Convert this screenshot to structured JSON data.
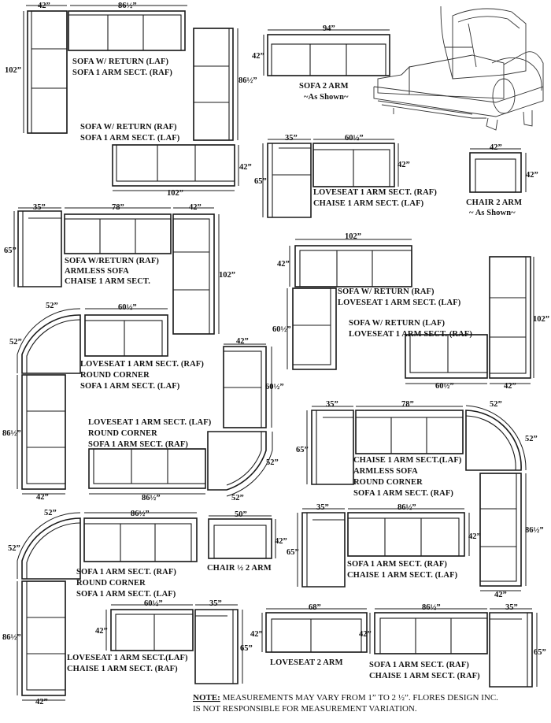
{
  "labels": {
    "sofa_return_laf": [
      "SOFA W/ RETURN (LAF)",
      "SOFA 1 ARM SECT. (RAF)"
    ],
    "sofa_2_arm": [
      "SOFA 2 ARM",
      "~As Shown~"
    ],
    "sofa_return_raf": [
      "SOFA W/ RETURN (RAF)",
      "SOFA 1 ARM SECT. (LAF)"
    ],
    "loveseat_chaise": [
      "LOVESEAT 1 ARM SECT. (RAF)",
      "CHAISE 1 ARM SECT. (LAF)"
    ],
    "chair_2_arm": [
      "CHAIR 2 ARM",
      "~ As Shown~"
    ],
    "sofa_return_armless": [
      "SOFA W/RETURN (RAF)",
      "ARMLESS SOFA",
      "CHAISE 1 ARM SECT."
    ],
    "sofa_return_loveseat_raf": [
      "SOFA W/ RETURN (RAF)",
      "LOVESEAT 1 ARM SECT. (LAF)"
    ],
    "sofa_return_loveseat_laf": [
      "SOFA  W/ RETURN (LAF)",
      "LOVESEAT 1 ARM SECT. (RAF)"
    ],
    "loveseat_round_sofa": [
      "LOVESEAT 1 ARM SECT. (RAF)",
      "ROUND CORNER",
      "SOFA 1 ARM SECT. (LAF)"
    ],
    "loveseat_round_sofa_2": [
      "LOVESEAT 1 ARM SECT. (LAF)",
      "ROUND CORNER",
      "SOFA 1 ARM SECT. (RAF)"
    ],
    "chaise_armless_round": [
      "CHAISE 1 ARM SECT.(LAF)",
      "ARMLESS SOFA",
      "ROUND CORNER",
      "SOFA 1 ARM SECT. (RAF)"
    ],
    "sofa_round_sofa": [
      "SOFA 1 ARM SECT. (RAF)",
      "ROUND CORNER",
      "SOFA 1 ARM SECT. (LAF)"
    ],
    "chair_half": [
      "CHAIR ½  2 ARM"
    ],
    "sofa_chaise": [
      "SOFA 1 ARM SECT. (RAF)",
      "CHAISE 1 ARM SECT. (LAF)"
    ],
    "loveseat_chaise_2": [
      "LOVESEAT 1 ARM SECT.(LAF)",
      "CHAISE 1 ARM SECT. (RAF)"
    ],
    "loveseat_2_arm": [
      "LOVESEAT 2 ARM"
    ],
    "sofa_chaise_2": [
      "SOFA 1 ARM SECT. (RAF)",
      "CHAISE 1 ARM SECT. (RAF)"
    ]
  },
  "dims": {
    "d42": "42”",
    "d86": "86½”",
    "d102": "102”",
    "d94": "94”",
    "d35": "35”",
    "d60": "60½”",
    "d65": "65”",
    "d78": "78”",
    "d52": "52”",
    "d50": "50”",
    "d68": "68”"
  },
  "note": {
    "title": "NOTE:",
    "line1": " MEASUREMENTS MAY VARY FROM 1” TO 2 ½”. FLORES DESIGN INC.",
    "line2": "IS NOT RESPONSIBLE FOR MEASUREMENT VARIATION."
  }
}
